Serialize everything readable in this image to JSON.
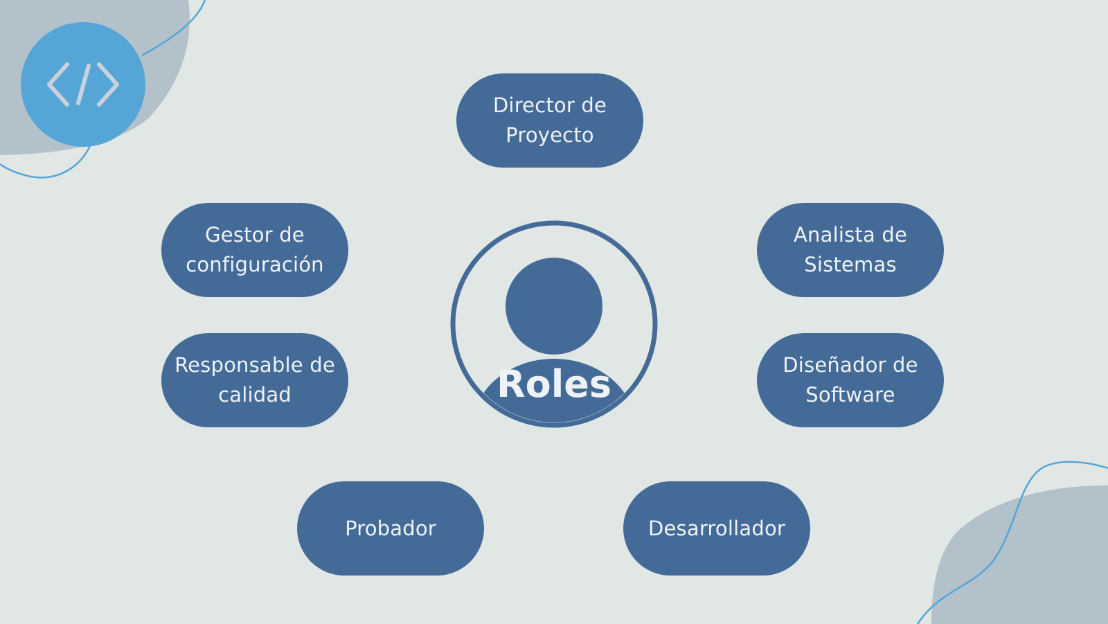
{
  "diagram": {
    "center_label": "Roles",
    "roles": [
      {
        "id": "director",
        "label": "Director de\nProyecto"
      },
      {
        "id": "analista",
        "label": "Analista de\nSistemas"
      },
      {
        "id": "disenador",
        "label": "Diseñador de\nSoftware"
      },
      {
        "id": "desarrollador",
        "label": "Desarrollador"
      },
      {
        "id": "probador",
        "label": "Probador"
      },
      {
        "id": "responsable",
        "label": "Responsable de\ncalidad"
      },
      {
        "id": "gestor",
        "label": "Gestor de\nconfiguración"
      }
    ]
  },
  "icons": {
    "badge": "code-icon",
    "center": "user-avatar-icon"
  },
  "colors": {
    "background": "#e1e7e5",
    "node": "#446b97",
    "node_text": "#eef2f6",
    "accent": "#55a5d6",
    "blob": "#b3c1cb"
  }
}
